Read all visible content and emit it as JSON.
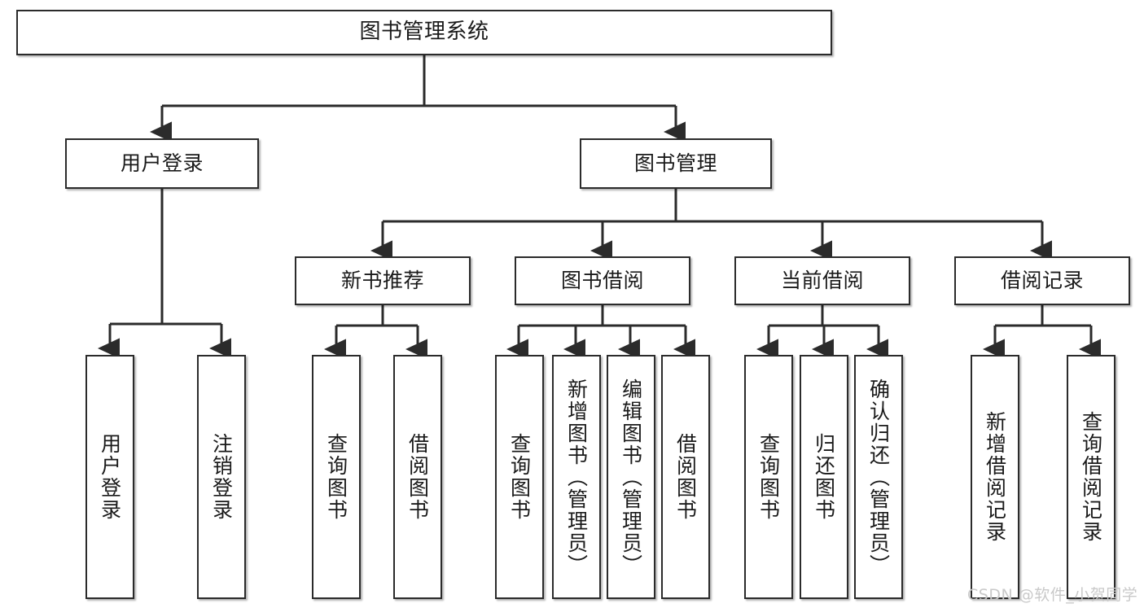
{
  "diagram": {
    "title": "图书管理系统",
    "type": "hierarchy-tree",
    "root": {
      "label": "图书管理系统"
    },
    "level2": [
      {
        "label": "用户登录"
      },
      {
        "label": "图书管理"
      }
    ],
    "level3": [
      {
        "label": "新书推荐"
      },
      {
        "label": "图书借阅"
      },
      {
        "label": "当前借阅"
      },
      {
        "label": "借阅记录"
      }
    ],
    "leaves": {
      "user_login": [
        {
          "label": "用户登录"
        },
        {
          "label": "注销登录"
        }
      ],
      "new_book_recommend": [
        {
          "label": "查询图书"
        },
        {
          "label": "借阅图书"
        }
      ],
      "book_borrow": [
        {
          "label": "查询图书"
        },
        {
          "label": "新增图书（管理员）"
        },
        {
          "label": "编辑图书（管理员）"
        },
        {
          "label": "借阅图书"
        }
      ],
      "current_borrow": [
        {
          "label": "查询图书"
        },
        {
          "label": "归还图书"
        },
        {
          "label": "确认归还（管理员）"
        }
      ],
      "borrow_record": [
        {
          "label": "新增借阅记录"
        },
        {
          "label": "查询借阅记录"
        }
      ]
    }
  },
  "watermark": {
    "text": "CSDN @软件_小贺同学"
  },
  "colors": {
    "stroke": "#2b2b2b",
    "fill": "#ffffff",
    "text": "#1a1a1a",
    "watermark": "#c9c9c9"
  }
}
